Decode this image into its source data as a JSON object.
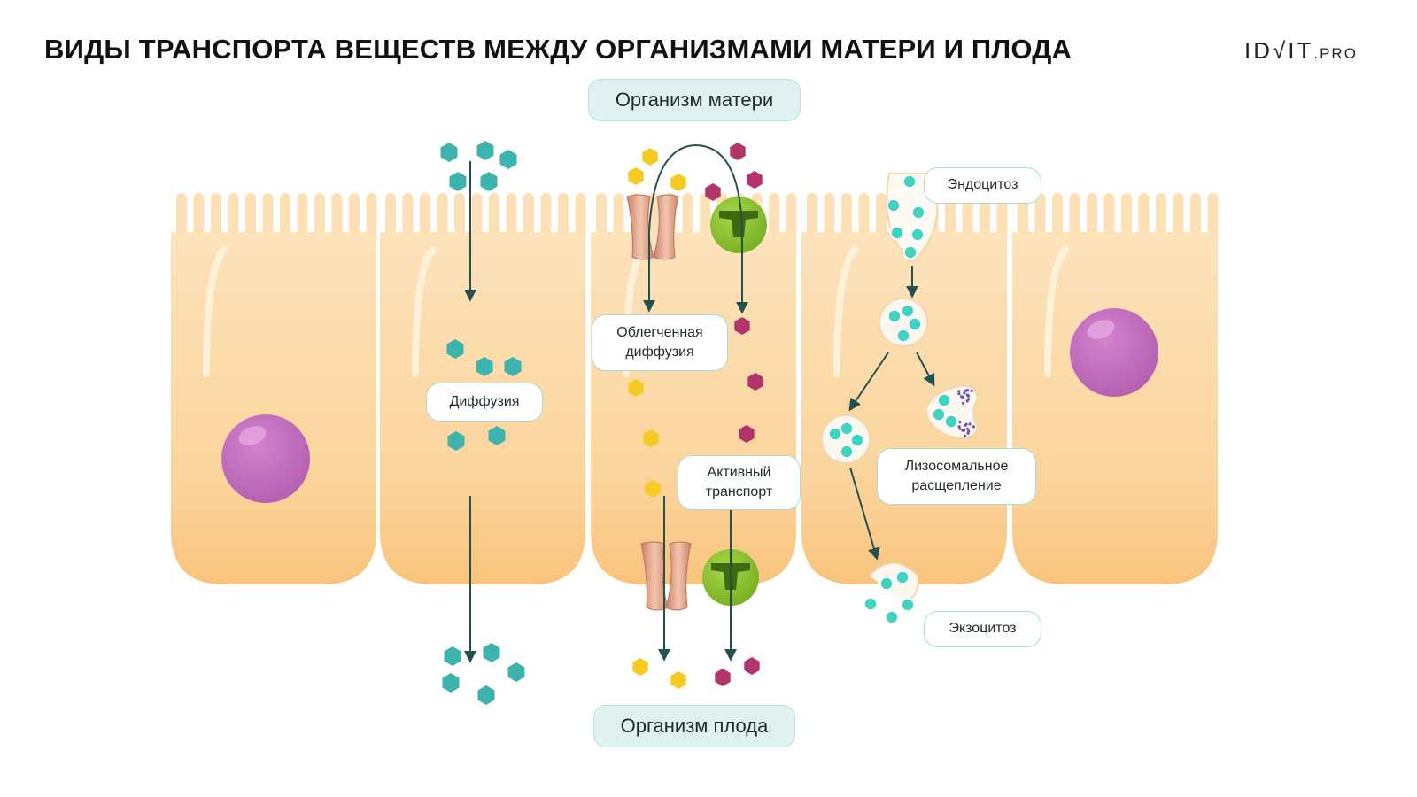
{
  "title": "ВИДЫ ТРАНСПОРТА ВЕЩЕСТВ МЕЖДУ ОРГАНИЗМАМИ МАТЕРИ И ПЛОДА",
  "logo": {
    "main": "ID√IT",
    "suffix": ".PRO"
  },
  "regions": {
    "mother": "Организм матери",
    "fetus": "Организм плода"
  },
  "labels": {
    "diffusion": "Диффузия",
    "facilitated_diffusion": "Облегченная диффузия",
    "active_transport": "Активный транспорт",
    "endocytosis": "Эндоцитоз",
    "lysosomal_cleavage": "Лизосомальное расщепление",
    "exocytosis": "Экзоцитоз"
  },
  "colors": {
    "cell_fill": "#fbd9a6",
    "cell_edge": "#f5c57c",
    "nucleus": "#c46ec0",
    "teal_molecule": "#3db3ad",
    "yellow_molecule": "#f7c923",
    "magenta_molecule": "#b3336b",
    "vesicle_bead": "#3fd3c0",
    "channel": "#e3a488",
    "carrier": "#8fc532",
    "arrow": "#24514f",
    "label_border": "#a9dcd7"
  }
}
